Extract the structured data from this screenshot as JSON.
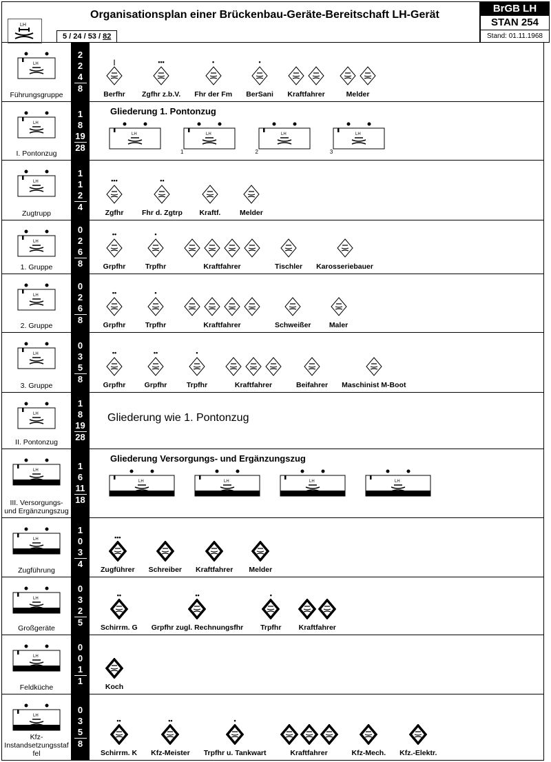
{
  "header": {
    "title": "Organisationsplan einer Brückenbau-Geräte-Bereitschaft LH-Gerät",
    "strength_prefix": "5 / 24 / 53 / ",
    "strength_total": "82",
    "logo_text": "LH"
  },
  "badge": {
    "code": "BrGB LH",
    "stan": "STAN 254",
    "stand": "Stand: 01.11.1968"
  },
  "rows": [
    {
      "name": "Führungsgruppe",
      "counts": [
        "2",
        "2",
        "4",
        "8"
      ],
      "items": [
        {
          "label": "Berfhr",
          "rank": "|",
          "n": 1
        },
        {
          "label": "Zgfhr z.b.V.",
          "rank": "•••",
          "n": 1
        },
        {
          "label": "Fhr der Fm",
          "rank": "•",
          "n": 1
        },
        {
          "label": "BerSani",
          "rank": "•",
          "n": 1
        },
        {
          "label": "Kraftfahrer",
          "rank": "",
          "n": 2
        },
        {
          "label": "Melder",
          "rank": "",
          "n": 2
        }
      ]
    },
    {
      "name": "I. Pontonzug",
      "counts": [
        "1",
        "8",
        "19",
        "28"
      ],
      "title": "Gliederung 1. Pontonzug",
      "units": [
        "",
        "1",
        "2",
        "3"
      ]
    },
    {
      "name": "Zugtrupp",
      "counts": [
        "1",
        "1",
        "2",
        "4"
      ],
      "items": [
        {
          "label": "Zgfhr",
          "rank": "•••",
          "n": 1
        },
        {
          "label": "Fhr d. Zgtrp",
          "rank": "••",
          "n": 1
        },
        {
          "label": "Kraftf.",
          "rank": "",
          "n": 1
        },
        {
          "label": "Melder",
          "rank": "",
          "n": 1
        }
      ]
    },
    {
      "name": "1. Gruppe",
      "counts": [
        "0",
        "2",
        "6",
        "8"
      ],
      "items": [
        {
          "label": "Grpfhr",
          "rank": "••",
          "n": 1
        },
        {
          "label": "Trpfhr",
          "rank": "•",
          "n": 1
        },
        {
          "label": "Kraftfahrer",
          "rank": "",
          "n": 4
        },
        {
          "label": "Tischler",
          "rank": "",
          "n": 1
        },
        {
          "label": "Karosseriebauer",
          "rank": "",
          "n": 1
        }
      ]
    },
    {
      "name": "2. Gruppe",
      "counts": [
        "0",
        "2",
        "6",
        "8"
      ],
      "items": [
        {
          "label": "Grpfhr",
          "rank": "••",
          "n": 1
        },
        {
          "label": "Trpfhr",
          "rank": "•",
          "n": 1
        },
        {
          "label": "Kraftfahrer",
          "rank": "",
          "n": 4
        },
        {
          "label": "Schweißer",
          "rank": "",
          "n": 1
        },
        {
          "label": "Maler",
          "rank": "",
          "n": 1
        }
      ]
    },
    {
      "name": "3. Gruppe",
      "counts": [
        "0",
        "3",
        "5",
        "8"
      ],
      "items": [
        {
          "label": "Grpfhr",
          "rank": "••",
          "n": 1
        },
        {
          "label": "Grpfhr",
          "rank": "••",
          "n": 1
        },
        {
          "label": "Trpfhr",
          "rank": "•",
          "n": 1
        },
        {
          "label": "Kraftfahrer",
          "rank": "",
          "n": 3
        },
        {
          "label": "Beifahrer",
          "rank": "",
          "n": 1
        },
        {
          "label": "Maschinist M-Boot",
          "rank": "",
          "n": 1
        }
      ]
    },
    {
      "name": "II. Pontonzug",
      "counts": [
        "1",
        "8",
        "19",
        "28"
      ],
      "text": "Gliederung wie 1. Pontonzug"
    },
    {
      "name": "III. Versorgungs- und Ergänzungszug",
      "counts": [
        "1",
        "6",
        "11",
        "18"
      ],
      "title": "Gliederung Versorgungs- und Ergänzungszug",
      "units": [
        "",
        "",
        "",
        ""
      ]
    },
    {
      "name": "Zugführung",
      "counts": [
        "1",
        "0",
        "3",
        "4"
      ],
      "bold": true,
      "items": [
        {
          "label": "Zugführer",
          "rank": "•••",
          "n": 1
        },
        {
          "label": "Schreiber",
          "rank": "",
          "n": 1
        },
        {
          "label": "Kraftfahrer",
          "rank": "",
          "n": 1
        },
        {
          "label": "Melder",
          "rank": "",
          "n": 1
        }
      ]
    },
    {
      "name": "Großgeräte",
      "counts": [
        "0",
        "3",
        "2",
        "5"
      ],
      "bold": true,
      "items": [
        {
          "label": "Schirrm. G",
          "rank": "••",
          "n": 1
        },
        {
          "label": "Grpfhr zugl. Rechnungsfhr",
          "rank": "••",
          "n": 1
        },
        {
          "label": "Trpfhr",
          "rank": "•",
          "n": 1
        },
        {
          "label": "Kraftfahrer",
          "rank": "",
          "n": 2
        }
      ]
    },
    {
      "name": "Feldküche",
      "counts": [
        "0",
        "0",
        "1",
        "1"
      ],
      "bold": true,
      "items": [
        {
          "label": "Koch",
          "rank": "",
          "n": 1
        }
      ]
    },
    {
      "name": "Kfz-Instandsetzungsstaffel",
      "counts": [
        "0",
        "3",
        "5",
        "8"
      ],
      "bold": true,
      "items": [
        {
          "label": "Schirrm. K",
          "rank": "••",
          "n": 1
        },
        {
          "label": "Kfz-Meister",
          "rank": "••",
          "n": 1
        },
        {
          "label": "Trpfhr u. Tankwart",
          "rank": "•",
          "n": 1
        },
        {
          "label": "Kraftfahrer",
          "rank": "",
          "n": 3
        },
        {
          "label": "Kfz-Mech.",
          "rank": "",
          "n": 1
        },
        {
          "label": "Kfz.-Elektr.",
          "rank": "",
          "n": 1
        }
      ]
    }
  ]
}
